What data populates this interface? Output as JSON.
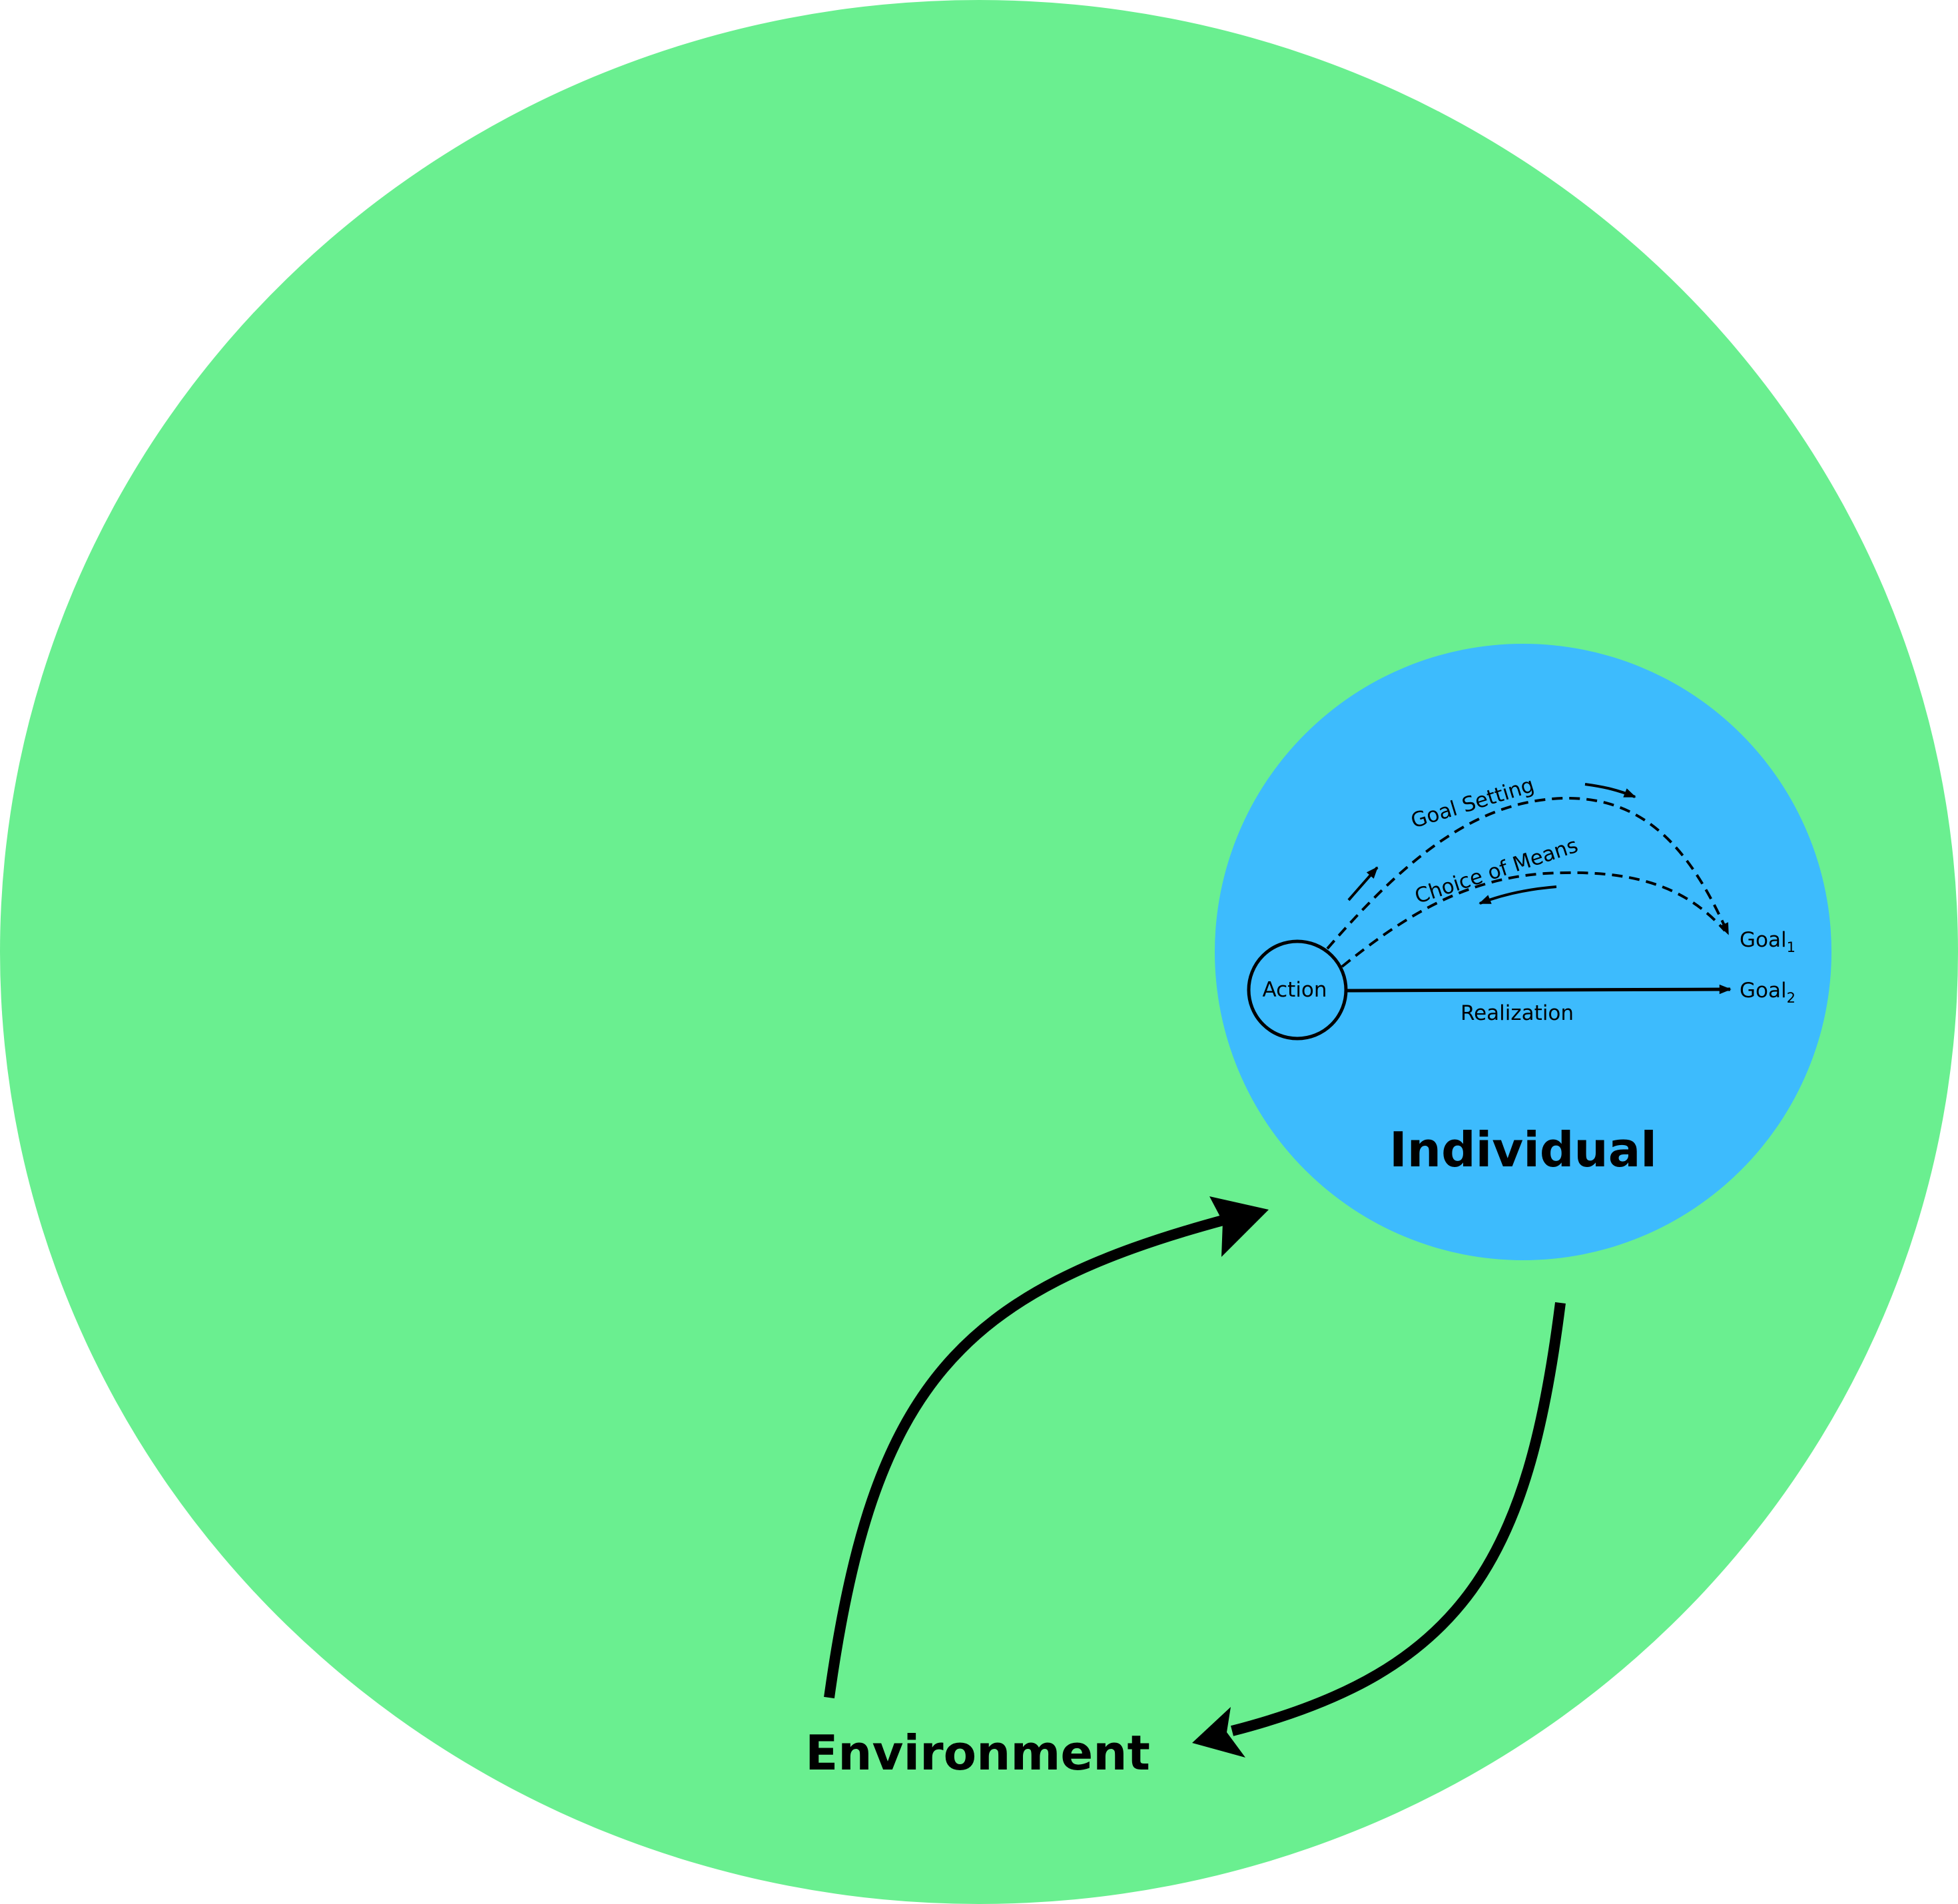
{
  "colors": {
    "environment_fill": "#6aef90",
    "individual_fill": "#3dbbfd",
    "ink": "#000000"
  },
  "environment": {
    "label": "Environment"
  },
  "individual": {
    "label": "Individual",
    "action_label": "Action",
    "goal_setting_label": "Goal Setting",
    "choice_of_means_label": "Choice of Means",
    "realization_label": "Realization",
    "goal1": {
      "text": "Goal",
      "sub": "1"
    },
    "goal2": {
      "text": "Goal",
      "sub": "2"
    }
  }
}
